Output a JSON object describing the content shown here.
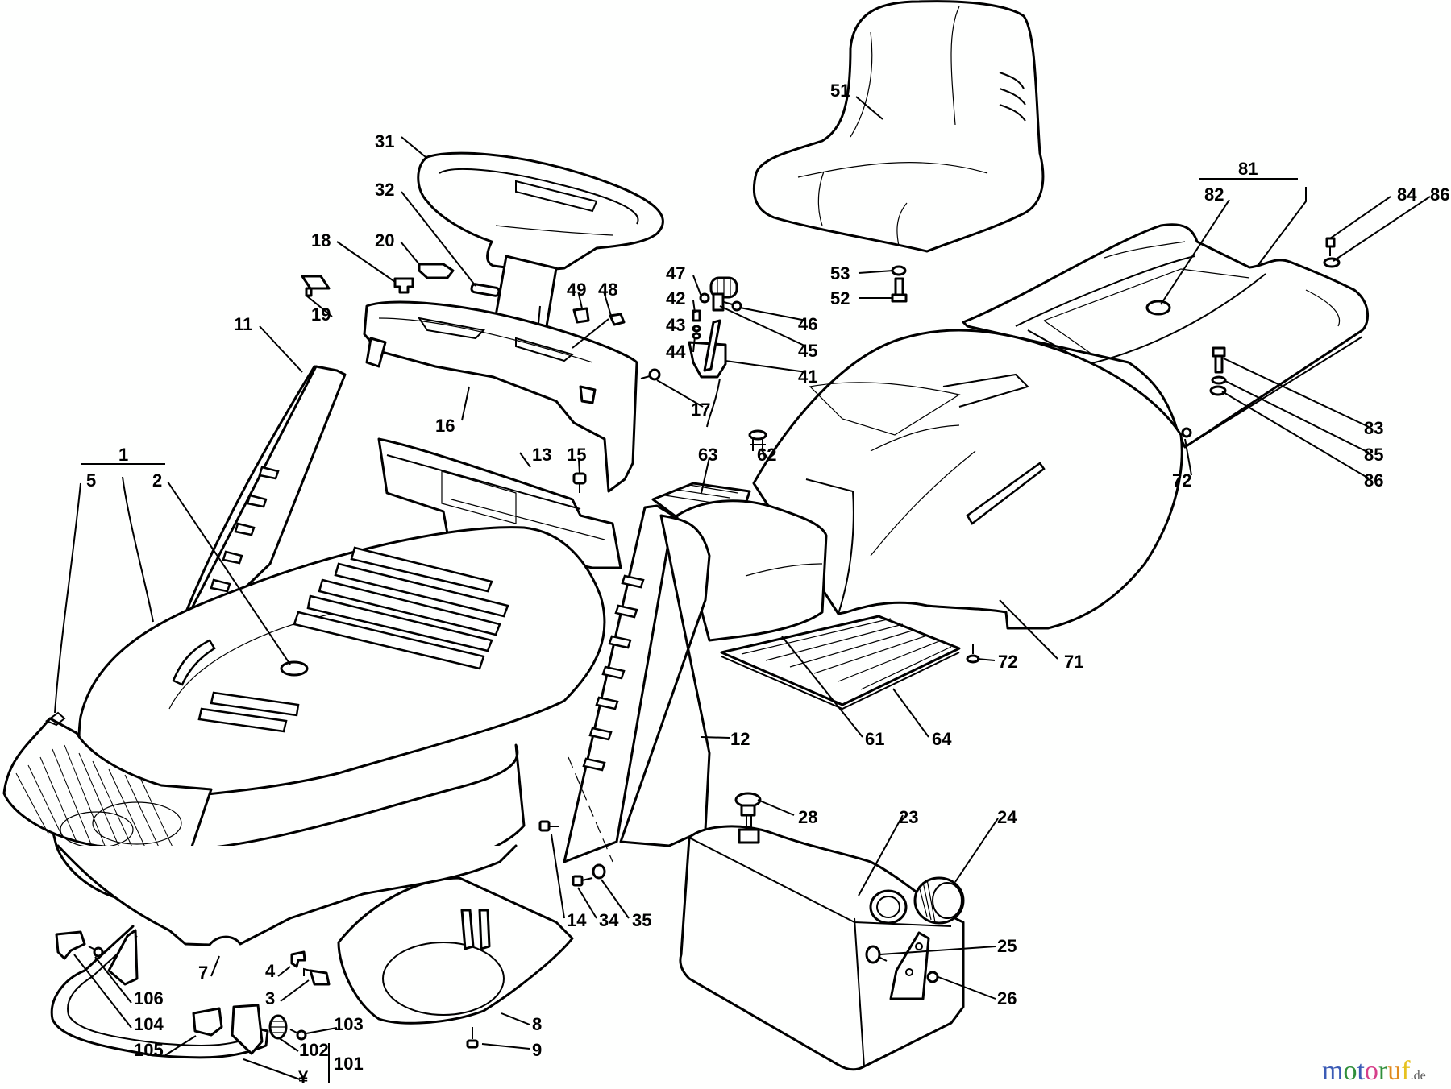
{
  "diagram": {
    "title": "Ride-on mower body parts exploded view",
    "background": "#fefffe",
    "line_color": "#000000",
    "parts": [
      {
        "id": "seat",
        "label": "51"
      },
      {
        "id": "steering-wheel",
        "label": "31"
      },
      {
        "id": "steering-pin",
        "label": "32"
      },
      {
        "id": "plug-18",
        "label": "18"
      },
      {
        "id": "cap-20",
        "label": "20"
      },
      {
        "id": "knob-19",
        "label": "19"
      },
      {
        "id": "side-panel-left",
        "label": "11"
      },
      {
        "id": "dashboard",
        "label": "16"
      },
      {
        "id": "nut-49",
        "label": "49"
      },
      {
        "id": "lever-48",
        "label": "48"
      },
      {
        "id": "nut-47",
        "label": "47"
      },
      {
        "id": "screw-42",
        "label": "42"
      },
      {
        "id": "washer-43",
        "label": "43"
      },
      {
        "id": "washer-44",
        "label": "44"
      },
      {
        "id": "screw-46",
        "label": "46"
      },
      {
        "id": "knob-45",
        "label": "45"
      },
      {
        "id": "throttle-lever",
        "label": "41"
      },
      {
        "id": "screw-17",
        "label": "17"
      },
      {
        "id": "washer-53",
        "label": "53"
      },
      {
        "id": "bolt-52",
        "label": "52"
      },
      {
        "id": "rear-cover-assembly",
        "label": "81"
      },
      {
        "id": "plug-82",
        "label": "82"
      },
      {
        "id": "screw-84",
        "label": "84"
      },
      {
        "id": "washer-86-top",
        "label": "86"
      },
      {
        "id": "bolt-83",
        "label": "83"
      },
      {
        "id": "washer-85",
        "label": "85"
      },
      {
        "id": "washer-86-bottom",
        "label": "86"
      },
      {
        "id": "screw-72-top",
        "label": "72"
      },
      {
        "id": "console-13",
        "label": "13"
      },
      {
        "id": "nut-15",
        "label": "15"
      },
      {
        "id": "grip-63",
        "label": "63"
      },
      {
        "id": "screw-62",
        "label": "62"
      },
      {
        "id": "hood-assembly",
        "label": "1"
      },
      {
        "id": "front-grille",
        "label": "5"
      },
      {
        "id": "hood-plug",
        "label": "2"
      },
      {
        "id": "screw-72-bottom",
        "label": "72"
      },
      {
        "id": "rear-fender",
        "label": "71"
      },
      {
        "id": "footrest",
        "label": "61"
      },
      {
        "id": "foot-mat",
        "label": "64"
      },
      {
        "id": "side-panel-right",
        "label": "12"
      },
      {
        "id": "fuel-cap-gauge",
        "label": "28"
      },
      {
        "id": "fuel-tank",
        "label": "23"
      },
      {
        "id": "tank-cap",
        "label": "24"
      },
      {
        "id": "screw-25",
        "label": "25"
      },
      {
        "id": "nut-26",
        "label": "26"
      },
      {
        "id": "screw-14",
        "label": "14"
      },
      {
        "id": "screw-34",
        "label": "34"
      },
      {
        "id": "washer-35",
        "label": "35"
      },
      {
        "id": "bottom-tray",
        "label": "8"
      },
      {
        "id": "screw-9",
        "label": "9"
      },
      {
        "id": "lower-body",
        "label": "7"
      },
      {
        "id": "clip-4",
        "label": "4"
      },
      {
        "id": "bolt-3",
        "label": "3"
      },
      {
        "id": "screw-106",
        "label": "106"
      },
      {
        "id": "bracket-104",
        "label": "104"
      },
      {
        "id": "bracket-105",
        "label": "105"
      },
      {
        "id": "screw-103",
        "label": "103"
      },
      {
        "id": "bushing-102",
        "label": "102"
      },
      {
        "id": "bumper-assembly",
        "label": "101"
      },
      {
        "id": "bumper-bar",
        "label": "¥"
      }
    ],
    "watermark": {
      "letters": [
        {
          "ch": "m",
          "color": "#3b5bb5"
        },
        {
          "ch": "o",
          "color": "#2f8f3a"
        },
        {
          "ch": "t",
          "color": "#3b5bb5"
        },
        {
          "ch": "o",
          "color": "#d63f8a"
        },
        {
          "ch": "r",
          "color": "#2f8f3a"
        },
        {
          "ch": "u",
          "color": "#e08a1e"
        },
        {
          "ch": "f",
          "color": "#e6c21f"
        }
      ],
      "suffix": ".de"
    }
  }
}
